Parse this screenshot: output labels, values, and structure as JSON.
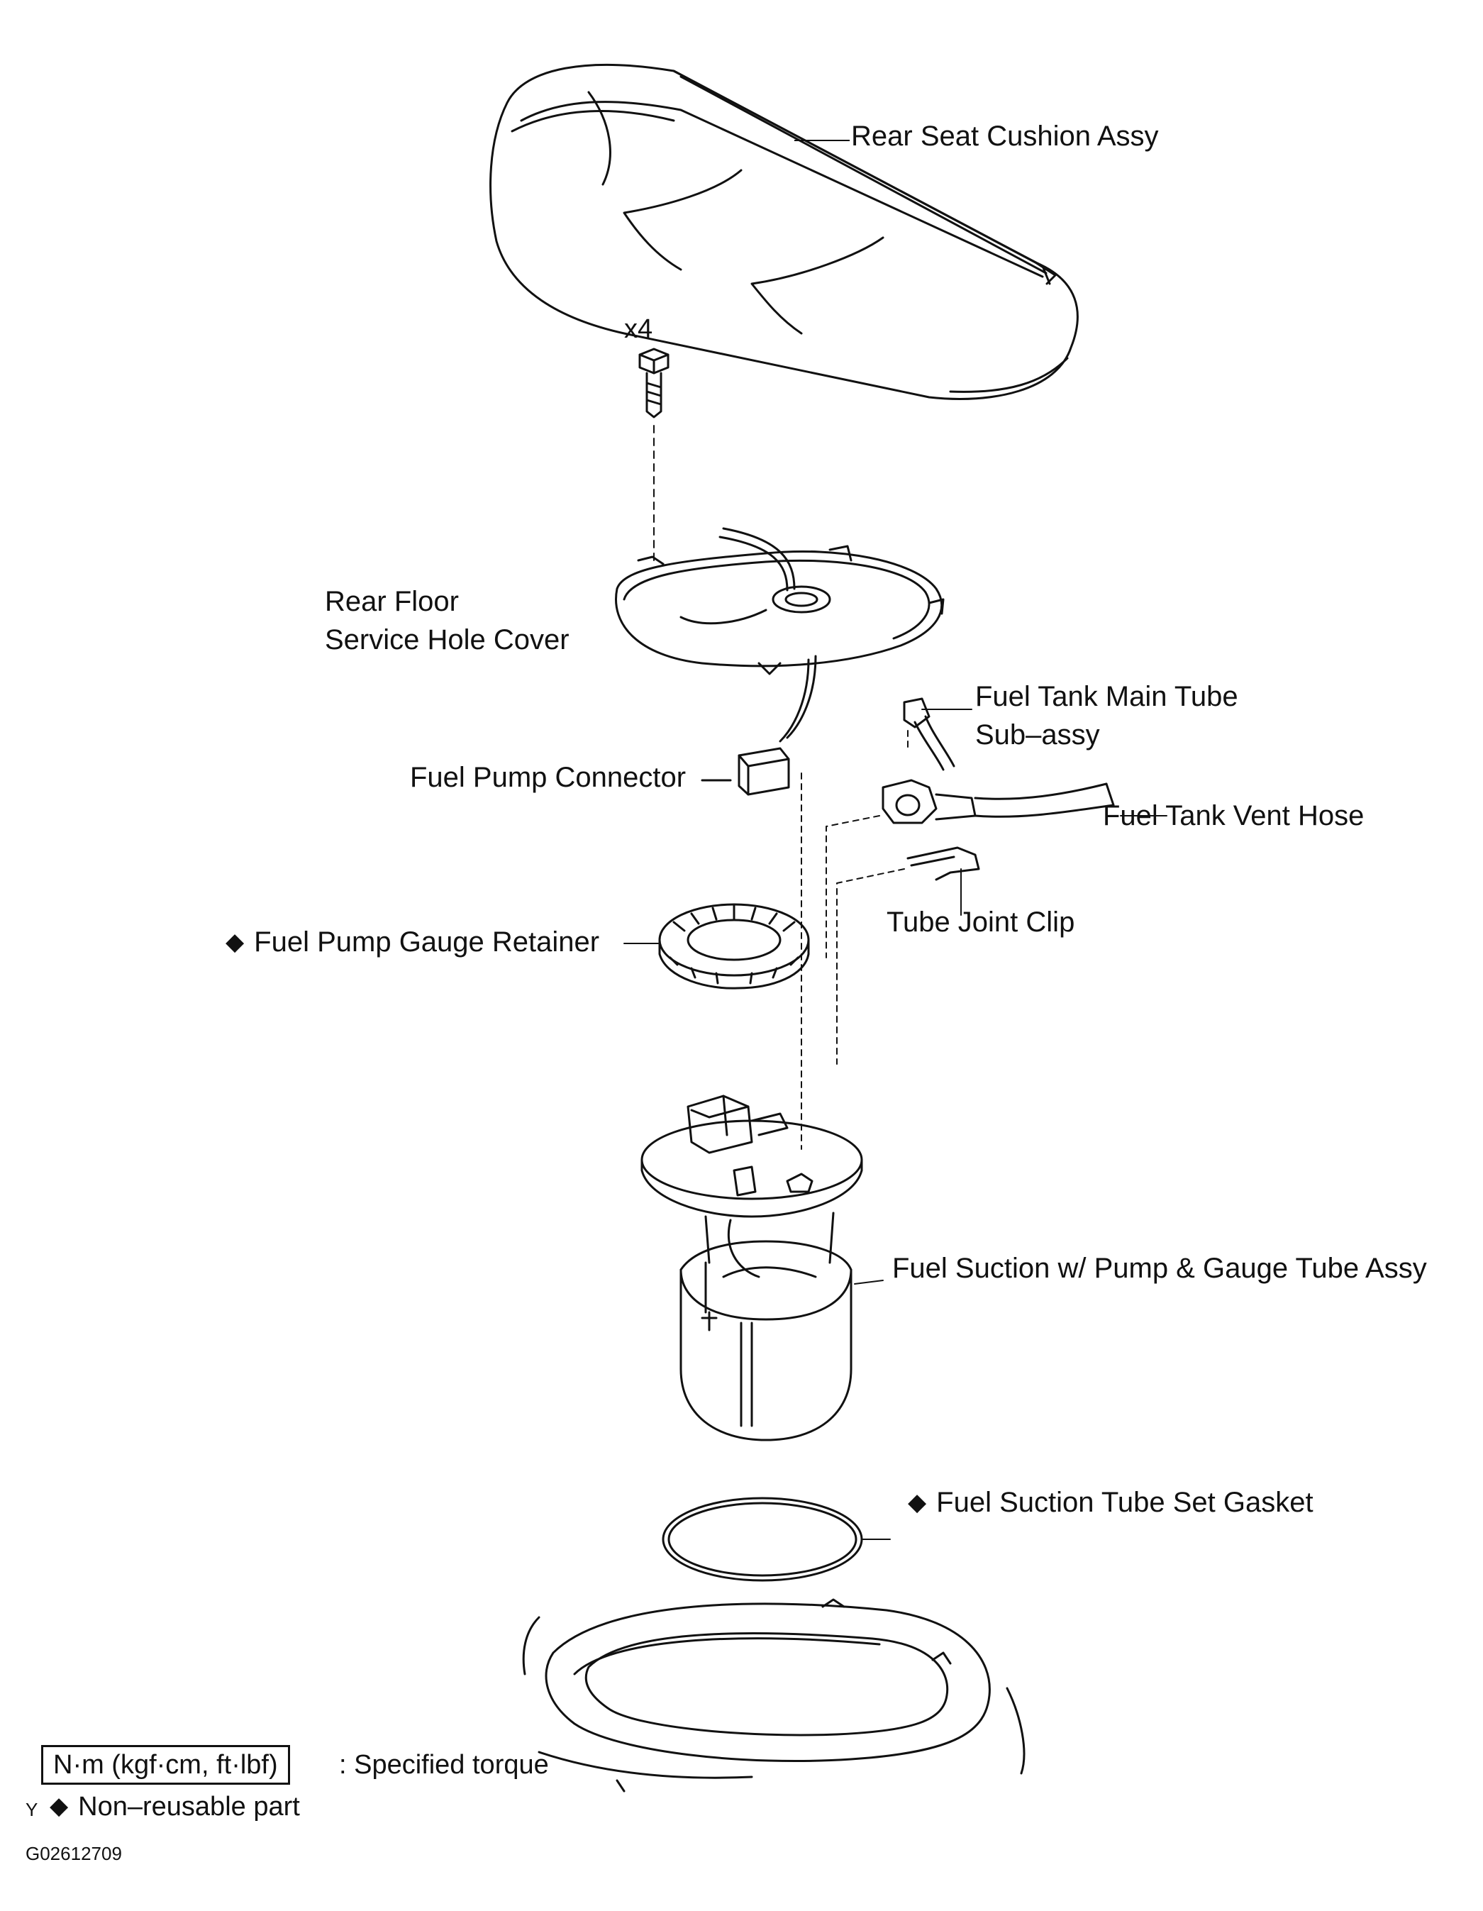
{
  "parts": {
    "rear_seat_cushion": "Rear Seat Cushion Assy",
    "bolt_qty": "x4",
    "service_hole_cover_line1": "Rear Floor",
    "service_hole_cover_line2": "Service Hole Cover",
    "main_tube_line1": "Fuel Tank Main Tube",
    "main_tube_line2": "Sub–assy",
    "pump_connector": "Fuel Pump Connector",
    "vent_hose": "Fuel Tank Vent Hose",
    "tube_joint_clip": "Tube Joint Clip",
    "gauge_retainer": "Fuel Pump Gauge Retainer",
    "suction_assy": "Fuel Suction w/ Pump & Gauge Tube Assy",
    "set_gasket": "Fuel Suction Tube Set Gasket"
  },
  "legend": {
    "torque_box": "N·m (kgf·cm, ft·lbf)",
    "torque_text": ": Specified torque",
    "nonreusable_symbol": "◆",
    "nonreusable_text": "Non–reusable part"
  },
  "footer": {
    "corner_mark": "Y",
    "figure_id": "G02612709"
  },
  "icons": {
    "non_reusable": "diamond-icon"
  }
}
